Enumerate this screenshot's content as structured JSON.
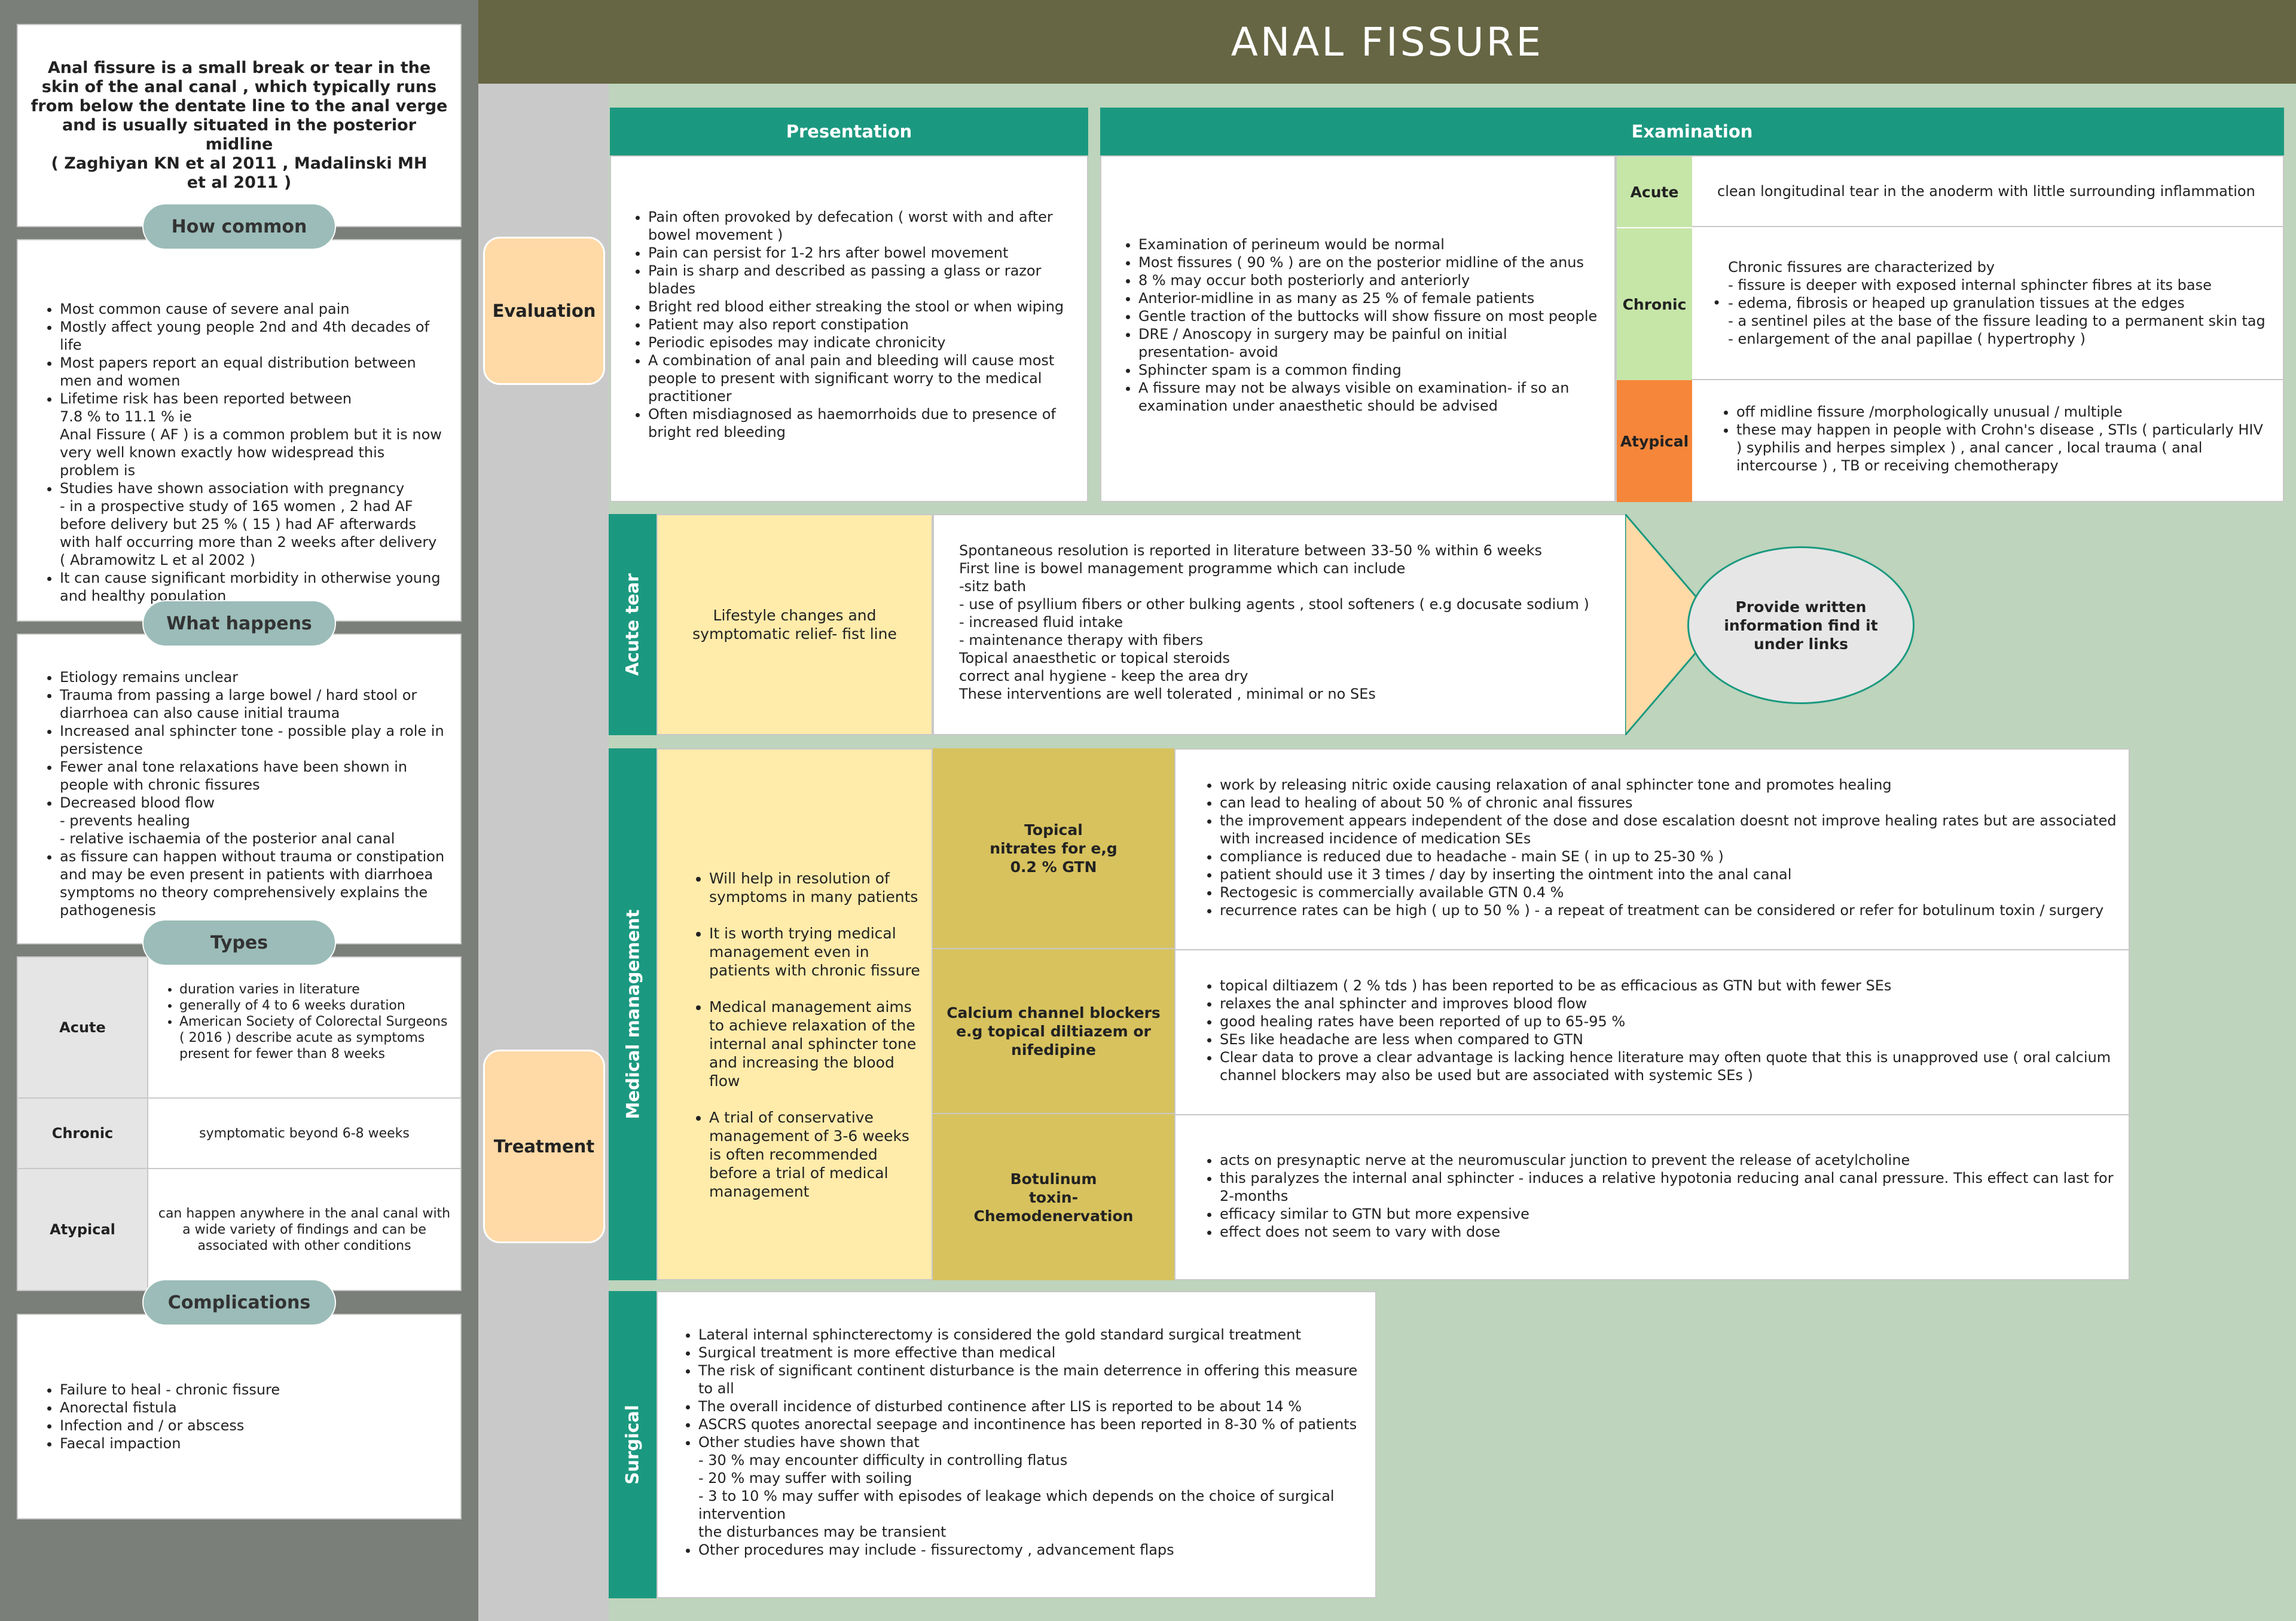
{
  "title": "ANAL FISSURE",
  "sidebar": {
    "definition": "Anal fissure is a small break or tear in the skin of the anal canal , which typically runs from below the dentate line to the anal verge and is usually situated in the posterior midline\n ( Zaghiyan KN et al 2011 , Madalinski MH\n et al 2011 )",
    "how_common": {
      "label": "How common",
      "items": [
        "Most common cause of severe anal pain",
        "Mostly affect young people 2nd and 4th decades of life",
        "Most papers report an equal distribution between men and women",
        "Lifetime risk has been reported between\n7.8 % to 11.1 % ie\nAnal Fissure ( AF ) is a common problem but it is now very well known exactly how widespread this problem is",
        "Studies have shown association with pregnancy\n- in a prospective study of 165 women , 2 had AF before delivery but 25 % ( 15 ) had AF afterwards with half occurring more than 2 weeks after delivery ( Abramowitz L et al 2002 )",
        "It can cause significant morbidity in otherwise young and healthy population"
      ]
    },
    "what_happens": {
      "label": "What happens",
      "items": [
        "Etiology remains unclear",
        "Trauma from passing a large bowel / hard stool or diarrhoea can also cause initial trauma",
        "Increased anal sphincter tone - possible play a role in persistence",
        "Fewer anal tone relaxations have been shown in people with chronic fissures",
        "Decreased blood flow\n- prevents healing\n-  relative ischaemia of the posterior anal canal",
        "as fissure can happen without trauma or constipation and may be even present in patients with diarrhoea symptoms no theory comprehensively explains the pathogenesis"
      ]
    },
    "types": {
      "label": "Types",
      "acute": {
        "label": "Acute",
        "items": [
          "duration varies in literature",
          "generally of 4 to 6 weeks duration",
          "American Society of Colorectal Surgeons ( 2016 ) describe acute as symptoms present for fewer than 8 weeks"
        ]
      },
      "chronic": {
        "label": "Chronic",
        "text": "symptomatic beyond 6-8 weeks"
      },
      "atypical": {
        "label": "Atypical",
        "text": "can happen anywhere in the anal canal with a wide variety of findings  and can be associated with other conditions"
      }
    },
    "complications": {
      "label": "Complications",
      "items": [
        "Failure to heal - chronic fissure",
        "Anorectal fistula",
        "Infection and / or abscess",
        "Faecal impaction"
      ]
    }
  },
  "evaluation": {
    "label": "Evaluation",
    "presentation": {
      "label": "Presentation",
      "items": [
        "Pain often provoked by defecation ( worst with and after bowel movement )",
        "Pain can persist for 1-2 hrs after bowel movement",
        "Pain is sharp and described as passing a glass or razor blades",
        "Bright red blood either streaking the stool or when wiping",
        "Patient may also report constipation",
        "Periodic episodes may indicate chronicity",
        "A combination of anal pain and bleeding will cause most people to present with significant worry to the medical practitioner",
        "Often misdiagnosed as haemorrhoids due to presence of bright red bleeding"
      ]
    },
    "examination": {
      "label": "Examination",
      "items": [
        "Examination of perineum would be normal",
        "Most fissures ( 90 % ) are on the posterior midline of the anus",
        "8 % may occur both posteriorly and anteriorly",
        "Anterior-midline in as many as 25 % of female patients",
        "Gentle traction of the buttocks will show fissure on most people",
        "DRE / Anoscopy in surgery may be painful on initial presentation- avoid",
        "Sphincter spam is a common finding",
        "A fissure may not be always visible on examination- if so an examination under anaesthetic should be advised"
      ],
      "acute": {
        "label": "Acute",
        "text": "clean longitudinal tear in the anoderm with little surrounding inflammation"
      },
      "chronic": {
        "label": "Chronic",
        "text": "Chronic fissures are characterized by\n  - fissure is deeper with exposed internal sphincter fibres at its base\n  - edema, fibrosis or heaped up granulation tissues at the edges\n  - a sentinel piles at the base of the fissure leading to a permanent skin tag\n  -  enlargement of the anal papillae ( hypertrophy )"
      },
      "atypical": {
        "label": "Atypical",
        "items": [
          "off midline fissure /morphologically unusual / multiple",
          "these may happen in people with Crohn's disease , STIs ( particularly HIV ) syphilis and herpes simplex ) , anal cancer , local trauma ( anal intercourse ) , TB or receiving chemotherapy"
        ]
      }
    }
  },
  "treatment": {
    "label": "Treatment",
    "acute_tear": {
      "label": "Acute tear",
      "summary": "Lifestyle changes and symptomatic relief- fist line",
      "details": "Spontaneous resolution is reported in literature between 33-50 % within 6 weeks\nFirst line is  bowel management programme which can include\n-sitz bath\n- use of psyllium fibers or other bulking agents , stool softeners ( e.g docusate sodium )\n- increased fluid intake\n- maintenance therapy with fibers\nTopical anaesthetic or topical steroids\ncorrect anal hygiene - keep the area dry\nThese interventions are well tolerated , minimal or no SEs",
      "info": "Provide written information find it under links"
    },
    "medical": {
      "label": "Medical management",
      "summary": [
        "Will help in resolution of symptoms in many patients",
        "It is worth trying medical management even in patients with chronic fissure",
        "Medical management aims to achieve relaxation of the internal anal sphincter tone and increasing the blood flow",
        "A trial of conservative management of 3-6 weeks is often recommended before a trial of medical management"
      ],
      "nitrates": {
        "label": "Topical\nnitrates for e,g\n0.2 % GTN",
        "items": [
          "work  by releasing nitric oxide causing relaxation of anal sphincter tone and promotes healing",
          "can lead to healing of about 50 % of chronic anal fissures",
          "the improvement appears independent of the dose and dose escalation doesnt not improve healing rates but are associated with increased incidence of medication SEs",
          "compliance is reduced  due to headache - main SE ( in up to  25-30 % )",
          "patient should use it 3 times / day by inserting the ointment into the anal canal",
          "Rectogesic is commercially available GTN 0.4 %",
          "recurrence rates can be high ( up to 50 % ) - a repeat of treatment can be considered or refer for botulinum toxin / surgery"
        ]
      },
      "ccb": {
        "label": "Calcium channel blockers\ne.g topical diltiazem or\nnifedipine",
        "items": [
          "topical diltiazem ( 2 % tds ) has been reported to be as efficacious as GTN but with fewer SEs",
          "relaxes the anal sphincter and improves blood flow",
          "good healing rates have been reported of up to 65-95 %",
          "SEs like headache are less when compared to GTN",
          "Clear data to prove a clear advantage is lacking hence literature may often quote that this is unapproved use ( oral  calcium channel blockers may also be used but are associated with systemic SEs )"
        ]
      },
      "botox": {
        "label": "Botulinum\ntoxin-\nChemodenervation",
        "items": [
          "acts on presynaptic nerve at the neuromuscular junction to prevent the release of acetylcholine",
          "this paralyzes the internal anal sphincter - induces a relative hypotonia reducing anal canal pressure. This effect can last for 2-months",
          "efficacy similar to GTN but more expensive",
          "effect does not seem to vary with dose"
        ]
      }
    },
    "surgical": {
      "label": "Surgical",
      "items": [
        "Lateral internal sphincterectomy is considered the gold standard surgical treatment",
        "Surgical treatment is more effective than medical",
        "The risk of significant continent disturbance is the main deterrence in offering this measure to all",
        "The overall incidence of disturbed continence after LIS is reported to be about 14 %",
        "ASCRS quotes anorectal seepage and incontinence has been reported in 8-30 % of patients",
        "Other studies have shown that\n-  30 % may encounter difficulty in controlling flatus\n- 20 % may suffer with soiling\n- 3 to 10 % may suffer with episodes of leakage which depends on the choice of surgical intervention\nthe disturbances may be transient",
        "Other procedures may include - fissurectomy , advancement flaps"
      ]
    }
  },
  "colors": {
    "teal": "#1b9980",
    "olive": "#666644",
    "acute_green": "#c6e6a8",
    "atypical_orange": "#f5863a",
    "peach": "#ffd9a6",
    "yellow": "#ffebaa",
    "mustard": "#d7c25e"
  }
}
